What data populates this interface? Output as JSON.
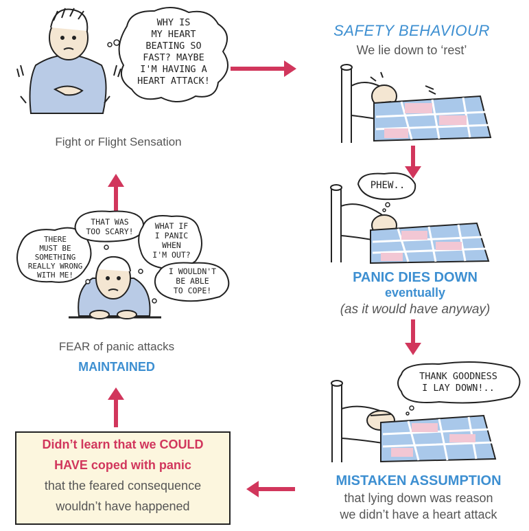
{
  "colors": {
    "arrow": "#d1365c",
    "blue": "#3d8fd1",
    "red": "#d1365c",
    "box_bg": "#fcf6de",
    "bedspread_blue": "#a9c8ea",
    "bedspread_pink": "#f2c7d4",
    "sweater": "#b9cbe6"
  },
  "top_left": {
    "bubble": "WHY IS\nMY HEART\nBEATING SO\nFAST? MAYBE\nI'M HAVING A\nHEART ATTACK!",
    "caption": "Fight or Flight Sensation"
  },
  "safety": {
    "title": "SAFETY  BEHAVIOUR",
    "subtitle": "We lie down to ‘rest’"
  },
  "panic": {
    "bubble": "PHEW..",
    "line1": "PANIC DIES DOWN",
    "line2": "eventually",
    "line3": "(as it would have anyway)"
  },
  "mistaken": {
    "bubble": "THANK GOODNESS\nI LAY DOWN!..",
    "title": "MISTAKEN ASSUMPTION",
    "line1": "that lying down was reason",
    "line2": "we didn’t have a heart attack"
  },
  "box": {
    "line1": "Didn’t learn that we COULD",
    "line2": "HAVE coped with panic",
    "line3": "that the feared consequence",
    "line4": "wouldn’t have happened"
  },
  "fear": {
    "bubble1": "THERE\nMUST BE\nSOMETHING\nREALLY WRONG\nWITH ME!",
    "bubble2": "THAT WAS\nTOO SCARY!",
    "bubble3": "WHAT IF\nI PANIC\nWHEN\nI'M OUT?",
    "bubble4": "I WOULDN'T\nBE ABLE\nTO COPE!",
    "line1": "FEAR of panic attacks",
    "line2": "MAINTAINED"
  }
}
